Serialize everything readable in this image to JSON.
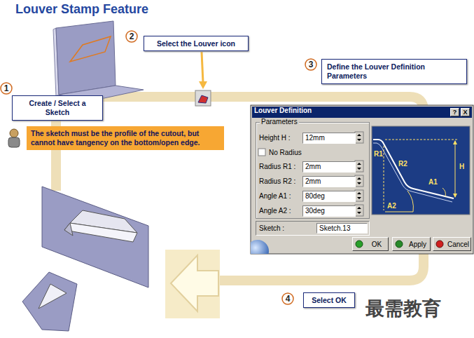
{
  "diagram": {
    "title": "Louver Stamp Feature",
    "nodes": [
      {
        "text": [
          "Create / Select a Sketch"
        ]
      },
      {
        "text": [
          "Select the Louver icon"
        ]
      },
      {
        "text": [
          "Define the Louver Definition Parameters"
        ]
      },
      {
        "text": [
          "The sketch must be the profile of the cutout, but cannot have tangency on the bottom/open edge."
        ]
      },
      {
        "text": [
          "Louver Definition"
        ]
      },
      {
        "text": [
          "?"
        ],
        "in": 4
      },
      {
        "text": [
          "X"
        ],
        "in": 4
      },
      {
        "text": [
          "Parameters",
          "Height H :",
          "No Radius",
          "Radius R1 :",
          "Radius R2 :",
          "Angle A1 :",
          "Angle A2 :"
        ],
        "in": 4
      },
      {
        "text": [
          "12mm"
        ],
        "in": 7
      },
      {
        "text": [
          "2mm"
        ],
        "in": 7
      },
      {
        "text": [
          "2mm"
        ],
        "in": 7
      },
      {
        "text": [
          "80deg"
        ],
        "in": 7
      },
      {
        "text": [
          "30deg"
        ],
        "in": 7
      },
      {
        "text": [
          "Sketch :"
        ],
        "in": 4
      },
      {
        "text": [
          "Sketch.13"
        ],
        "in": 13
      },
      {
        "text": [
          "OK"
        ],
        "in": 4
      },
      {
        "text": [
          "Apply"
        ],
        "in": 4
      },
      {
        "text": [
          "Cancel"
        ],
        "in": 4
      },
      {
        "text": [
          "Select OK"
        ]
      }
    ],
    "labels": [
      "1",
      "2",
      "3",
      "R1",
      "R2",
      "H",
      "A1",
      "A2",
      "4",
      "最需教育"
    ]
  }
}
